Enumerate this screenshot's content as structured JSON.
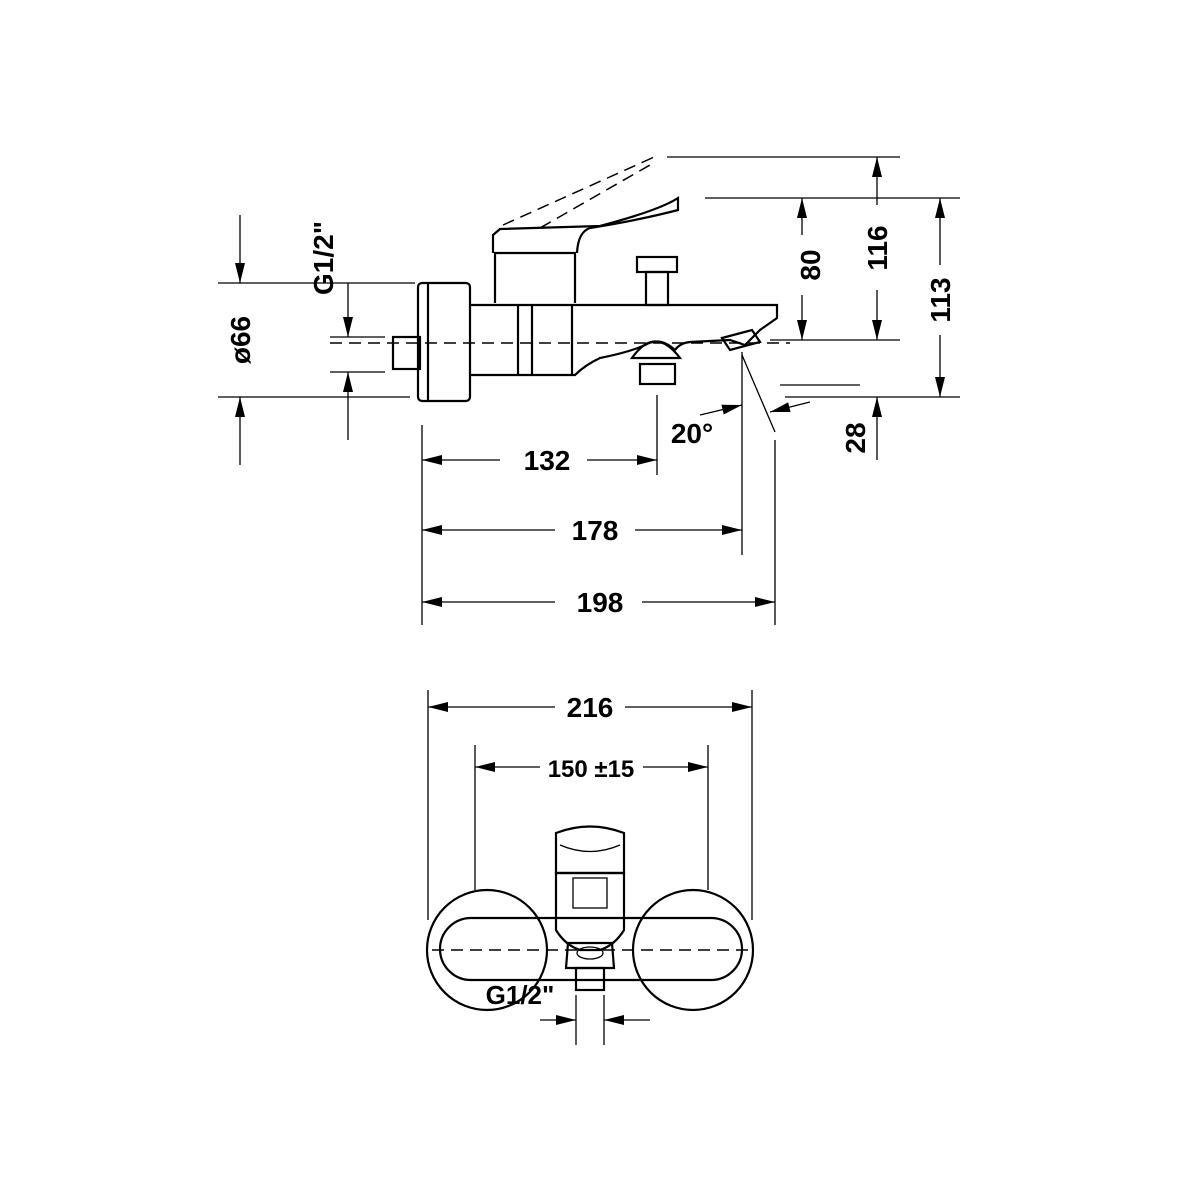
{
  "side_view": {
    "dimensions": {
      "rosette_diameter": "ø66",
      "connection_thread": "G1/2\"",
      "depth_to_outlet": "132",
      "depth_to_spout": "178",
      "total_depth": "198",
      "spout_angle": "20°",
      "height_80": "80",
      "height_116": "116",
      "height_113": "113",
      "height_28": "28"
    }
  },
  "front_view": {
    "dimensions": {
      "total_width": "216",
      "center_distance": "150 ±15",
      "outlet_thread": "G1/2\""
    }
  },
  "colors": {
    "line": "#000000",
    "background": "#ffffff"
  }
}
